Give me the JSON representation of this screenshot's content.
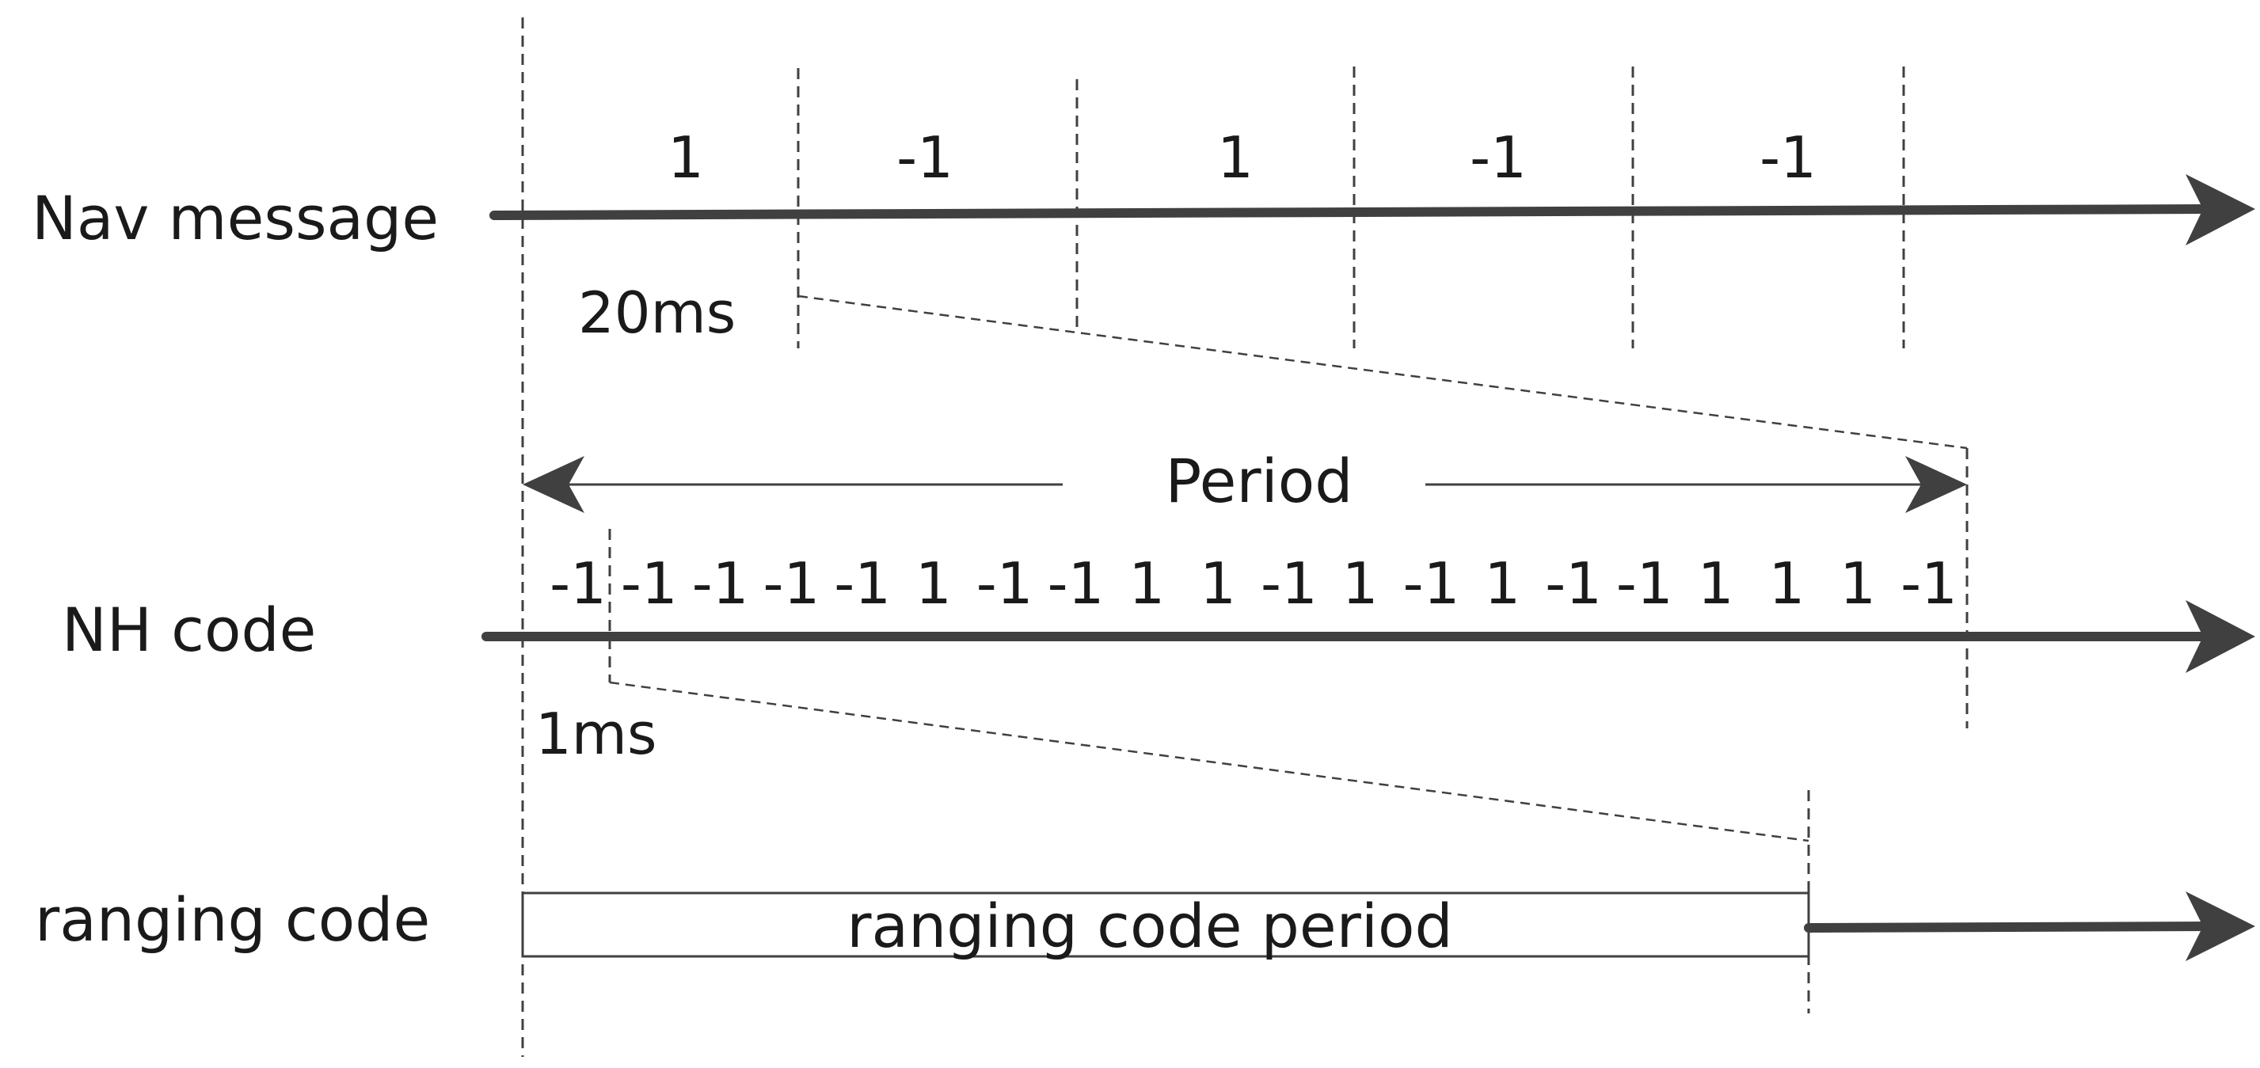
{
  "rows": {
    "nav": {
      "label": "Nav message"
    },
    "nh": {
      "label": "NH code"
    },
    "ranging": {
      "label": "ranging code"
    }
  },
  "nav_bits": [
    "1",
    "-1",
    "1",
    "-1",
    "-1"
  ],
  "nav_bit_duration": "20ms",
  "period_label": "Period",
  "nh_bits": [
    "-1",
    "-1",
    "-1",
    "-1",
    "-1",
    "1",
    "-1",
    "-1",
    "1",
    "1",
    "-1",
    "1",
    "-1",
    "1",
    "-1",
    "-1",
    "1",
    "1",
    "1",
    "-1"
  ],
  "nh_chip_duration": "1ms",
  "ranging_box_label": "ranging code period",
  "colors": {
    "line": "#404040",
    "text": "#1a1a1a"
  }
}
